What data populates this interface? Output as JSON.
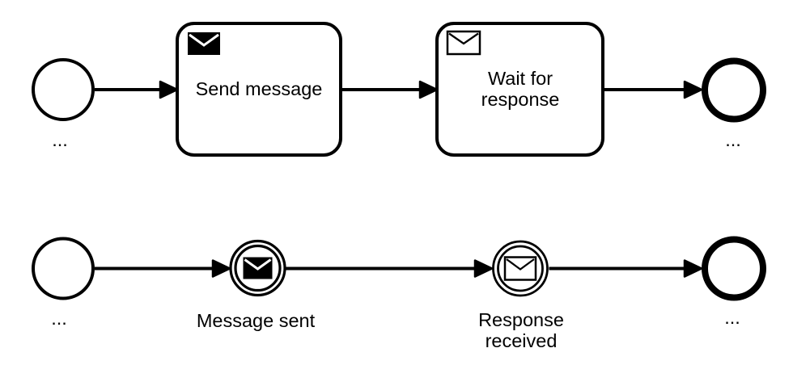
{
  "diagram": {
    "kind": "BPMN message send/receive example",
    "colors": {
      "ink": "#000000",
      "paper": "#ffffff"
    },
    "top": {
      "start_label": "...",
      "send_task_label": "Send message",
      "receive_task_line1": "Wait for",
      "receive_task_line2": "response",
      "end_label": "..."
    },
    "bottom": {
      "start_label": "...",
      "throw_event_label": "Message sent",
      "catch_event_line1": "Response",
      "catch_event_line2": "received",
      "end_label": "..."
    },
    "icons": {
      "send_task": "filled-envelope-icon",
      "receive_task": "outline-envelope-icon",
      "throw_event": "filled-envelope-icon",
      "catch_event": "outline-envelope-icon",
      "connector": "arrowhead-icon"
    }
  }
}
